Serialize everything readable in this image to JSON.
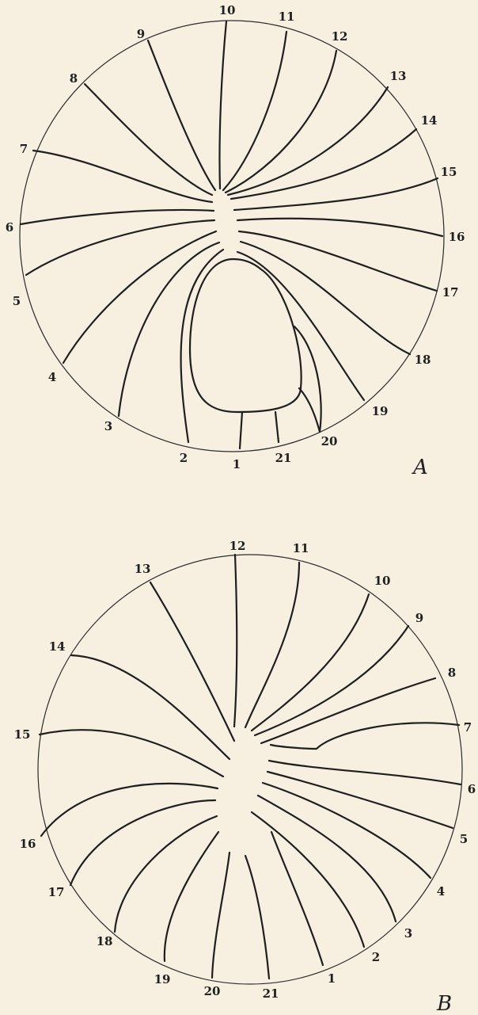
{
  "figures": [
    {
      "label": "A",
      "numbers": [
        "1",
        "2",
        "3",
        "4",
        "5",
        "6",
        "7",
        "8",
        "9",
        "10",
        "11",
        "12",
        "13",
        "14",
        "15",
        "16",
        "17",
        "18",
        "19",
        "20",
        "21"
      ]
    },
    {
      "label": "B",
      "numbers": [
        "12",
        "11",
        "10",
        "9",
        "8",
        "7",
        "6",
        "5",
        "4",
        "3",
        "2",
        "1",
        "21",
        "20",
        "19",
        "18",
        "17",
        "16",
        "15",
        "14",
        "13"
      ]
    }
  ]
}
